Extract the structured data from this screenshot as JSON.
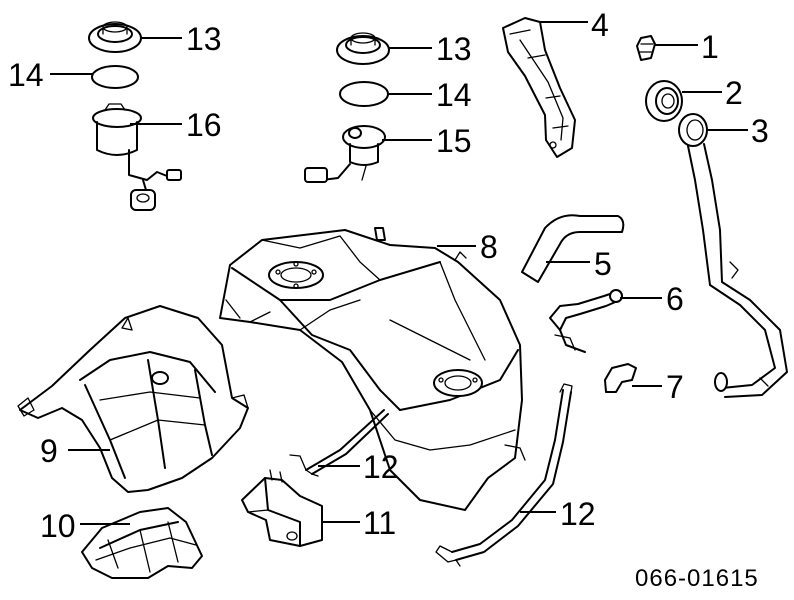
{
  "diagram": {
    "reference_code": "066-01615",
    "callouts": [
      {
        "id": "c13a",
        "label": "13"
      },
      {
        "id": "c14a",
        "label": "14"
      },
      {
        "id": "c16",
        "label": "16"
      },
      {
        "id": "c13b",
        "label": "13"
      },
      {
        "id": "c14b",
        "label": "14"
      },
      {
        "id": "c15",
        "label": "15"
      },
      {
        "id": "c4",
        "label": "4"
      },
      {
        "id": "c1",
        "label": "1"
      },
      {
        "id": "c2",
        "label": "2"
      },
      {
        "id": "c3",
        "label": "3"
      },
      {
        "id": "c8",
        "label": "8"
      },
      {
        "id": "c5",
        "label": "5"
      },
      {
        "id": "c6",
        "label": "6"
      },
      {
        "id": "c7",
        "label": "7"
      },
      {
        "id": "c9",
        "label": "9"
      },
      {
        "id": "c12a",
        "label": "12"
      },
      {
        "id": "c12b",
        "label": "12"
      },
      {
        "id": "c10",
        "label": "10"
      },
      {
        "id": "c11",
        "label": "11"
      }
    ]
  }
}
